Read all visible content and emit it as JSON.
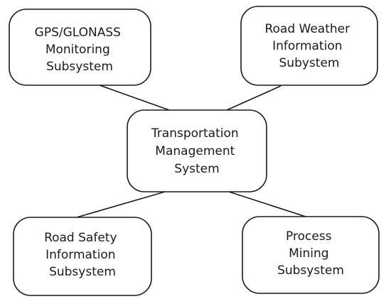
{
  "diagram": {
    "center": {
      "lines": [
        "Transportation",
        "Management",
        "System"
      ]
    },
    "top_left": {
      "lines": [
        "GPS/GLONASS",
        "Monitoring",
        "Subsystem"
      ]
    },
    "top_right": {
      "lines": [
        "Road Weather",
        "Information",
        "Subystem"
      ]
    },
    "bottom_left": {
      "lines": [
        "Road Safety",
        "Information",
        "Subsystem"
      ]
    },
    "bottom_right": {
      "lines": [
        "Process",
        "Mining",
        "Subsystem"
      ]
    }
  }
}
